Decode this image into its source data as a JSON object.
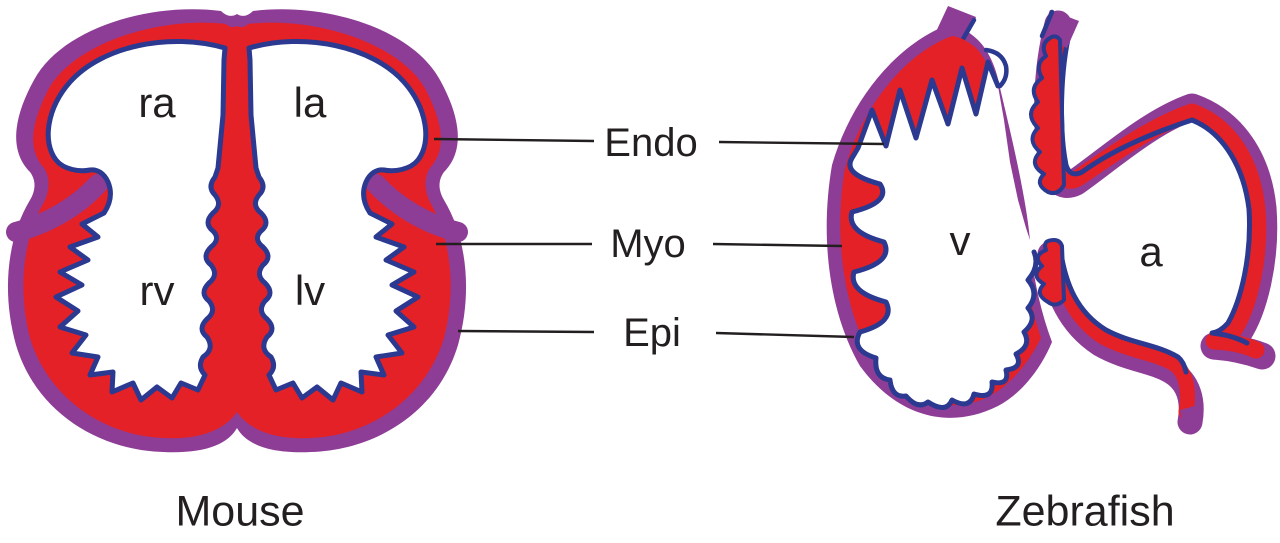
{
  "figure": {
    "description": "Comparison of heart wall layers in mouse and zebrafish",
    "panel_titles": {
      "mouse": "Mouse",
      "zebrafish": "Zebrafish"
    },
    "chamber_labels": {
      "right_atrium": "ra",
      "left_atrium": "la",
      "right_ventricle": "rv",
      "left_ventricle": "lv",
      "ventricle": "v",
      "atrium": "a"
    },
    "layer_labels": {
      "endocardium": "Endo",
      "myocardium": "Myo",
      "epicardium": "Epi"
    },
    "colors": {
      "epicardium_purple": "#8e3d96",
      "myocardium_red": "#e32126",
      "endocardium_blue": "#2b3990",
      "chamber_white": "#ffffff",
      "text": "#231f20",
      "leader_line": "#231f20"
    }
  }
}
